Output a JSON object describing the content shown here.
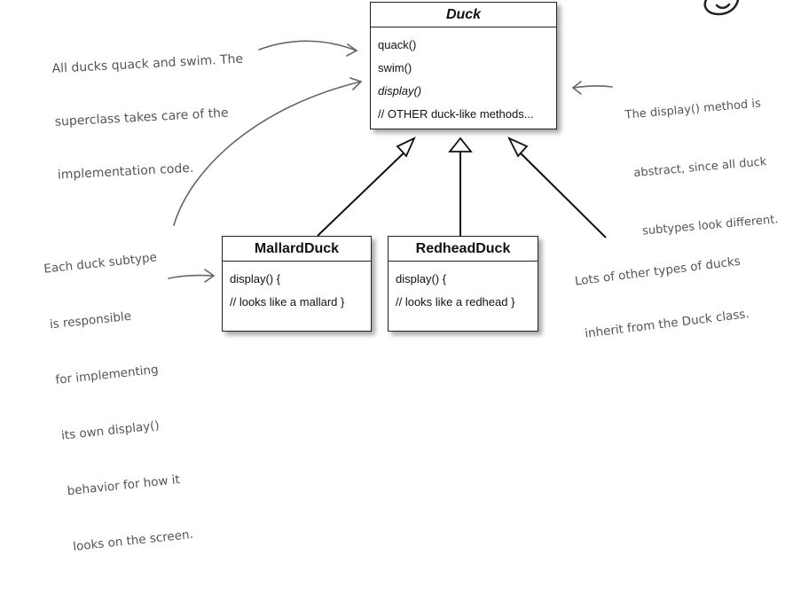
{
  "classes": {
    "duck": {
      "name": "Duck",
      "methods": [
        "quack()",
        "swim()",
        "display()",
        "// OTHER duck-like methods..."
      ]
    },
    "mallard": {
      "name": "MallardDuck",
      "lines": [
        "display() {",
        "// looks like a mallard }"
      ]
    },
    "redhead": {
      "name": "RedheadDuck",
      "lines": [
        "display() {",
        "// looks like a redhead }"
      ]
    }
  },
  "notes": {
    "superclass": [
      "All ducks quack and swim. The",
      "superclass takes care of the",
      "implementation code."
    ],
    "display": [
      "The display() method is",
      "abstract, since all duck",
      "subtypes look different."
    ],
    "subtype": [
      "Each duck subtype",
      "is responsible",
      "for implementing",
      "its own display()",
      "behavior for how it",
      "looks on the screen."
    ],
    "others": [
      "Lots of other types of ducks",
      "inherit from the Duck class."
    ]
  }
}
